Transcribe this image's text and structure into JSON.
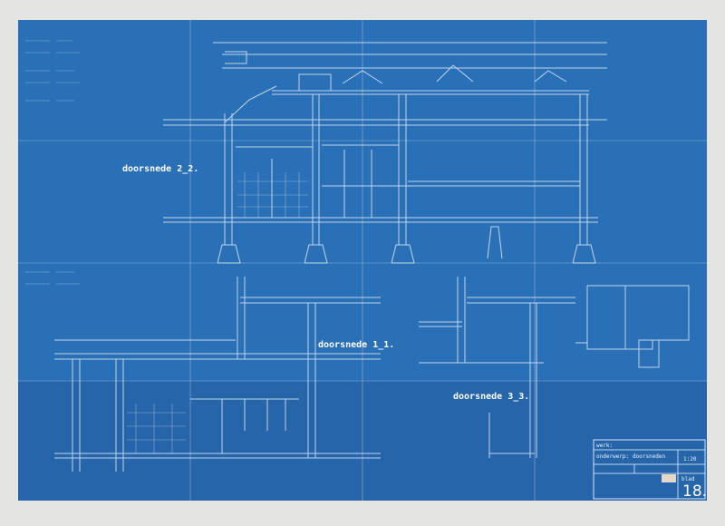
{
  "sheet": {
    "paper_color": "#2a70b6",
    "line_color": "#d8e8f8",
    "sections": [
      {
        "label": "doorsnede 2_2."
      },
      {
        "label": "doorsnede 1_1."
      },
      {
        "label": "doorsnede 3_3."
      }
    ],
    "title_block": {
      "werk_label": "werk:",
      "onderwerp_label": "onderwerp:",
      "onderwerp": "doorsneden",
      "schaal": "1:20",
      "blad_label": "blad",
      "blad_number": "18."
    }
  }
}
